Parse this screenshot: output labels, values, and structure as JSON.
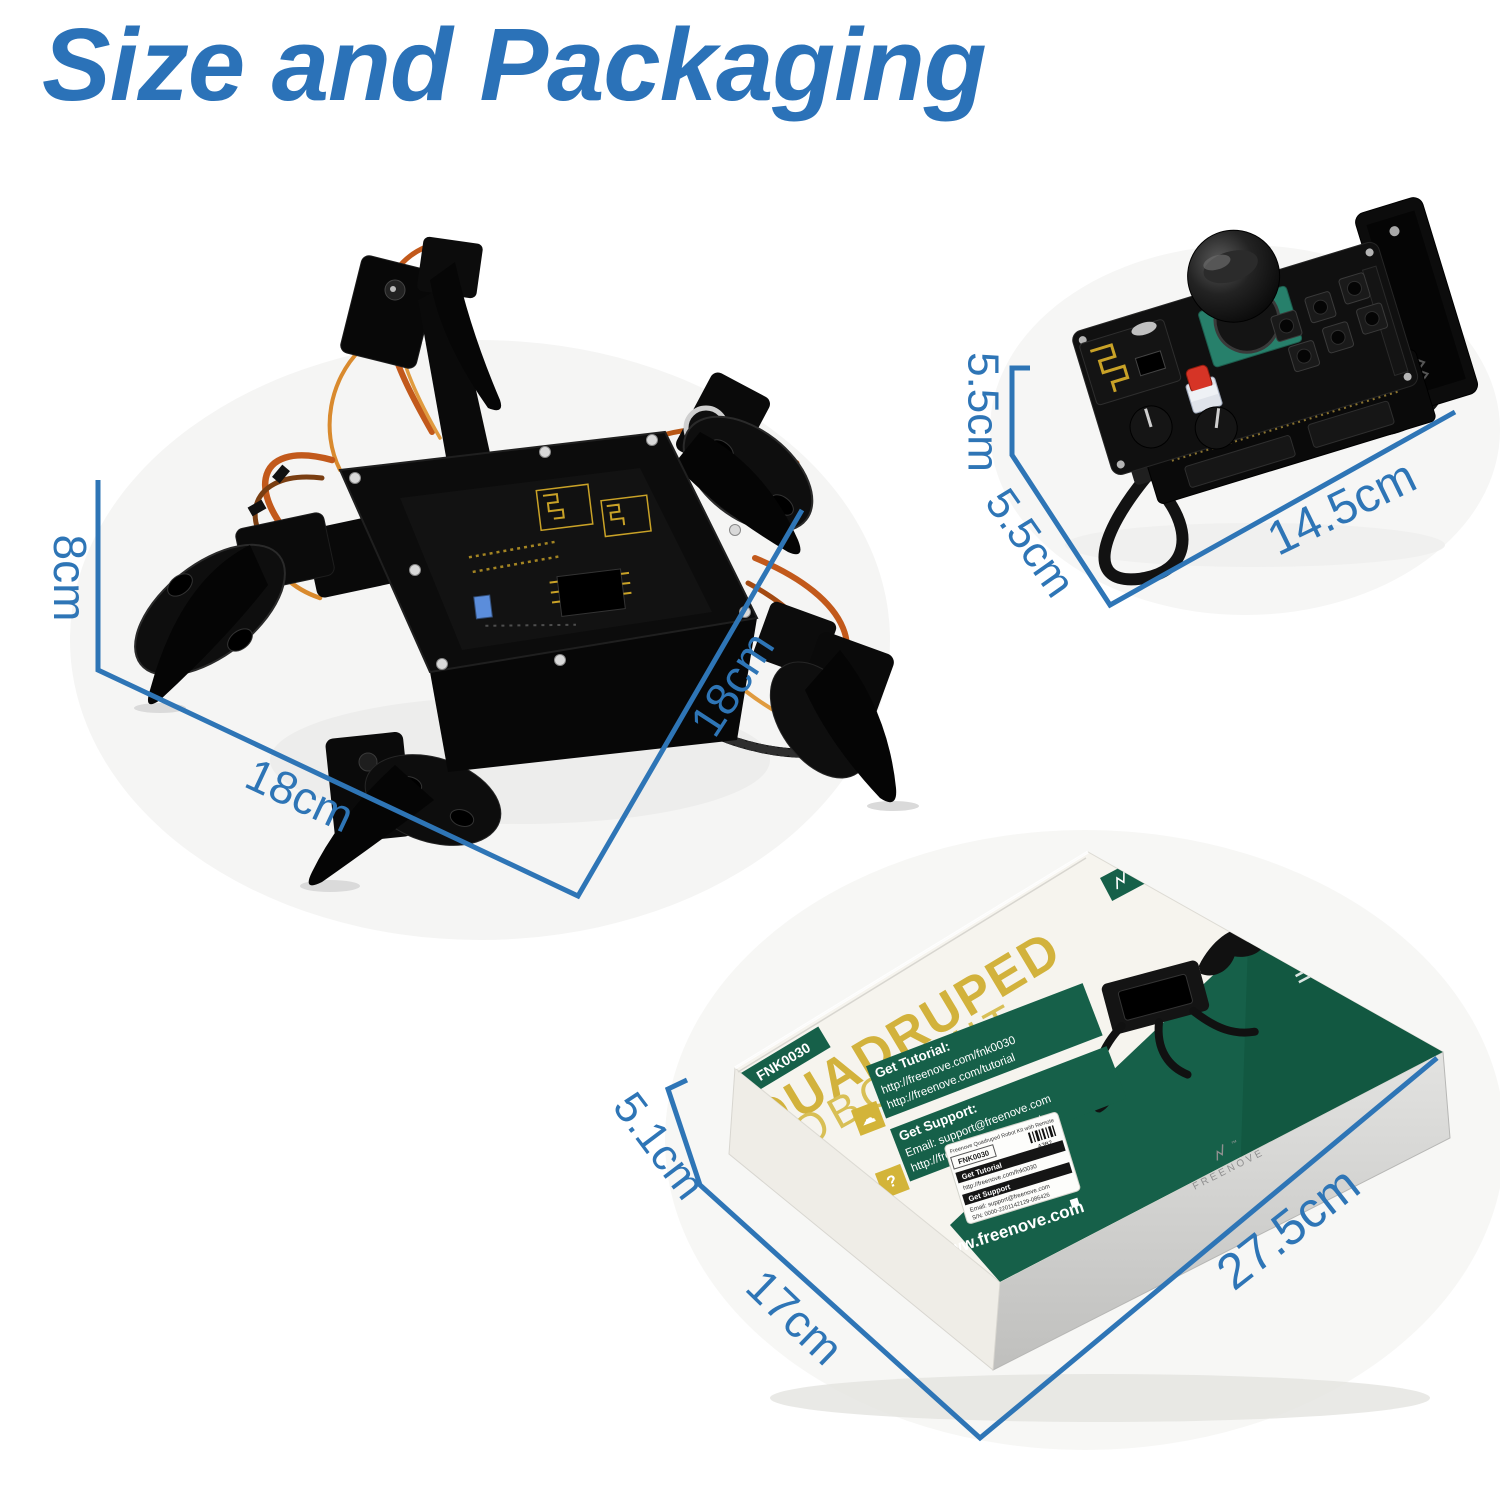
{
  "title": "Size and Packaging",
  "colors": {
    "accent_blue": "#2e75b6",
    "title_blue": "#2b72b8",
    "box_green": "#166049",
    "box_green_dark": "#0e4f3a",
    "box_gold": "#d2b23c",
    "icon_gold": "#d3b439"
  },
  "robot": {
    "height_label": "8cm",
    "width_label": "18cm",
    "depth_label": "18cm"
  },
  "remote": {
    "height_label": "5.5cm",
    "depth_label": "5.5cm",
    "width_label": "14.5cm"
  },
  "box": {
    "height_label": "5.1cm",
    "depth_label": "17cm",
    "width_label": "27.5cm",
    "model_badge": "FNK0030",
    "product_line1": "QUADRUPED",
    "product_line2": "ROBOT KIT",
    "brand": "FREENOVE",
    "brand_tm": "™",
    "website": "www.freenove.com",
    "info": {
      "tutorial_heading": "Get Tutorial:",
      "tutorial_url1": "http://freenove.com/fnk0030",
      "tutorial_url2": "http://freenove.com/tutorial",
      "tutorial_icon": "☁",
      "support_heading": "Get Support:",
      "support_email": "Email: support@freenove.com",
      "support_url": "http://freenove.com/support",
      "support_icon": "?"
    },
    "sticker": {
      "product_name": "Freenove Quadruped Robot Kit with Remote",
      "model": "FNK0030",
      "code": "A3B2",
      "tutorial_heading": "Get Tutorial",
      "tutorial_url": "http://freenove.com/fnk0030",
      "support_heading": "Get Support",
      "support_email": "Email: support@freenove.com",
      "serial": "S/N: 0000-2201142129-086426"
    }
  }
}
